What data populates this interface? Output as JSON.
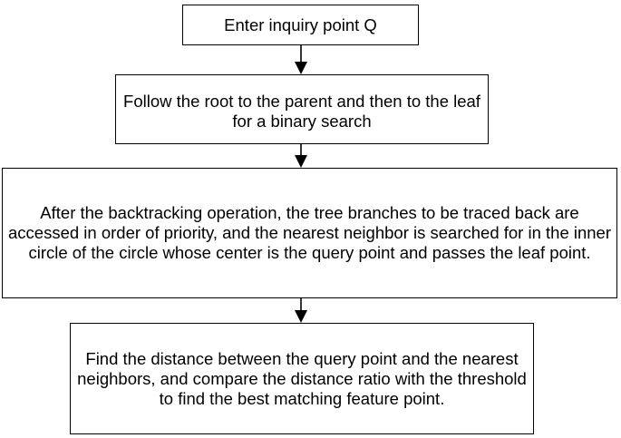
{
  "flowchart": {
    "steps": [
      {
        "text": "Enter inquiry point Q"
      },
      {
        "text": "Follow the root to the parent and then to the leaf for a binary search"
      },
      {
        "text": "After the backtracking operation, the tree branches to be traced back are accessed in order of priority, and the nearest neighbor is searched for in the inner circle of the circle whose center is the query point and passes the leaf point."
      },
      {
        "text": "Find the distance between the query point and the nearest neighbors, and compare the distance ratio with the threshold to find the best matching feature point."
      }
    ],
    "colors": {
      "stroke": "#000000",
      "background": "#ffffff"
    }
  }
}
